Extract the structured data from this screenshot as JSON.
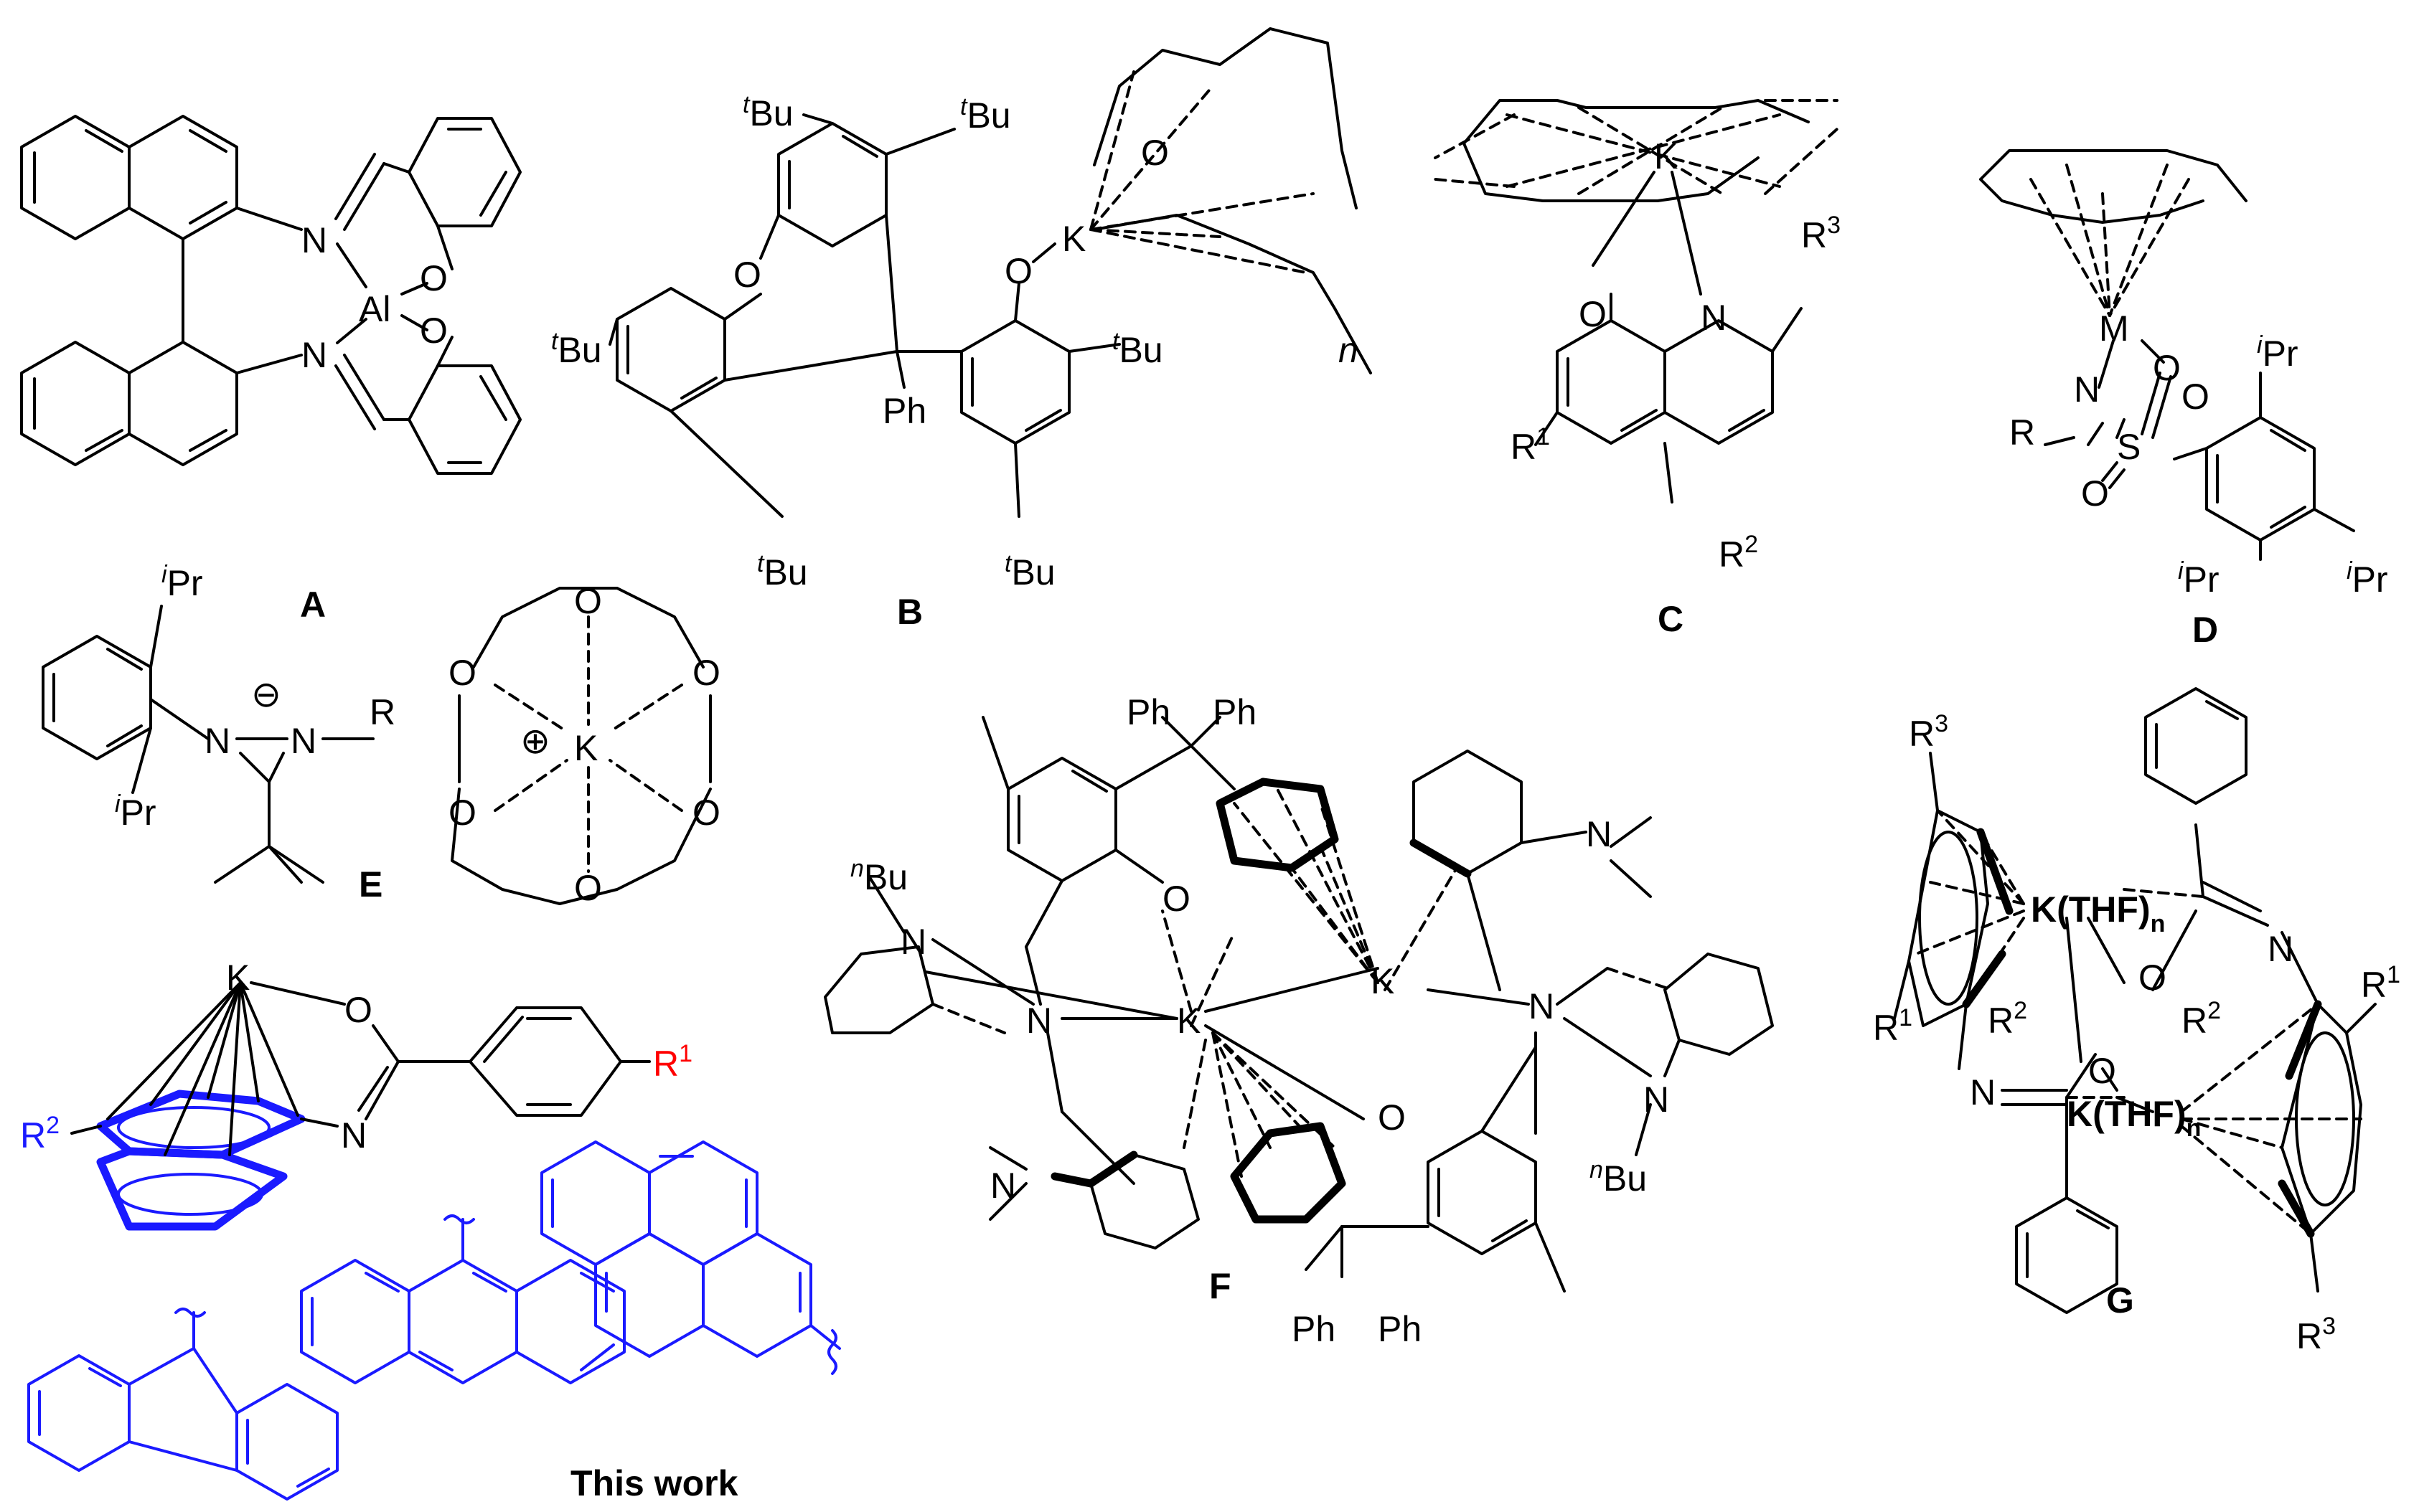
{
  "compounds": {
    "A": {
      "letter": "A",
      "atoms": {
        "n1": "N",
        "n2": "N",
        "al": "Al",
        "o1": "O",
        "o2": "O"
      }
    },
    "B": {
      "letter": "B",
      "atoms": {
        "tbu_tl": "Bu",
        "tbu_tr": "Bu",
        "tbu_l": "Bu",
        "tbu_r": "Bu",
        "tbu_bl": "Bu",
        "tbu_br": "Bu",
        "sup_t": "t",
        "o_xanth": "O",
        "o_k": "O",
        "k": "K",
        "ph": "Ph",
        "n": "n",
        "o_crown": "O"
      }
    },
    "C": {
      "letter": "C",
      "atoms": {
        "k": "K",
        "o": "O",
        "n": "N",
        "r1": "R",
        "r2": "R",
        "r3": "R",
        "s1": "1",
        "s2": "2",
        "s3": "3"
      }
    },
    "D": {
      "letter": "D",
      "atoms": {
        "m": "M",
        "n": "N",
        "o": "O",
        "s": "S",
        "r": "R",
        "ipr": "Pr",
        "sup_i": "i"
      }
    },
    "E": {
      "letter": "E",
      "atoms": {
        "n1": "N",
        "n2": "N",
        "r": "R",
        "k": "K",
        "ipr": "Pr",
        "sup_i": "i",
        "o": "O",
        "minus": "⊖",
        "plus": "⊕"
      }
    },
    "F": {
      "letter": "F",
      "atoms": {
        "ph": "Ph",
        "nbu": "Bu",
        "sup_n": "n",
        "n": "N",
        "k": "K",
        "o": "O"
      }
    },
    "G": {
      "letter": "G",
      "atoms": {
        "k_thf": "K(THF)",
        "sub_n": "n",
        "r": "R",
        "n": "N",
        "o": "O",
        "s1": "1",
        "s2": "2",
        "s3": "3"
      }
    },
    "this_work": {
      "caption": "This work",
      "atoms": {
        "k": "K",
        "o": "O",
        "n": "N",
        "r1": "R",
        "r2": "R",
        "s1": "1",
        "s2": "2"
      }
    }
  },
  "colors": {
    "bonds": "#000000",
    "highlight": "#1a1aff",
    "r1_label": "#ff0000"
  }
}
